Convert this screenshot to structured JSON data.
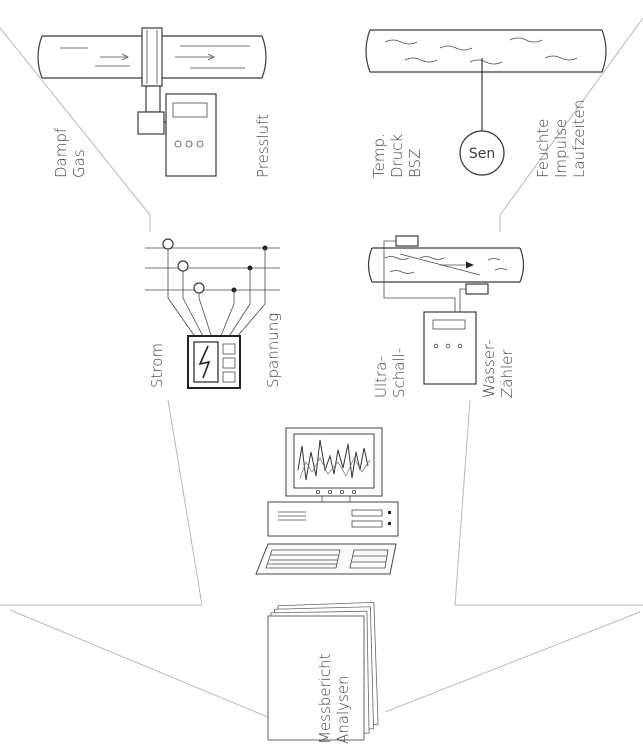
{
  "labels": {
    "dampf": "Dampf",
    "gas": "Gas",
    "pressluft": "Pressluft",
    "temp": "Temp.",
    "druck": "Druck",
    "bsz": "BSZ",
    "sen": "Sen",
    "feuchte": "Feuchte",
    "impulse": "Impulse",
    "laufzeiten": "Laufzeiten",
    "strom": "Strom",
    "spannung": "Spannung",
    "ultra": "Ultra-",
    "schall": "Schall-",
    "wasser": "Wasser-",
    "zaehler": "Zähler",
    "messbericht": "Messbericht",
    "analysen": "Analysen"
  },
  "colors": {
    "ink": "#3a3a3a",
    "connector": "#b9b9b9",
    "background": "#ffffff"
  }
}
